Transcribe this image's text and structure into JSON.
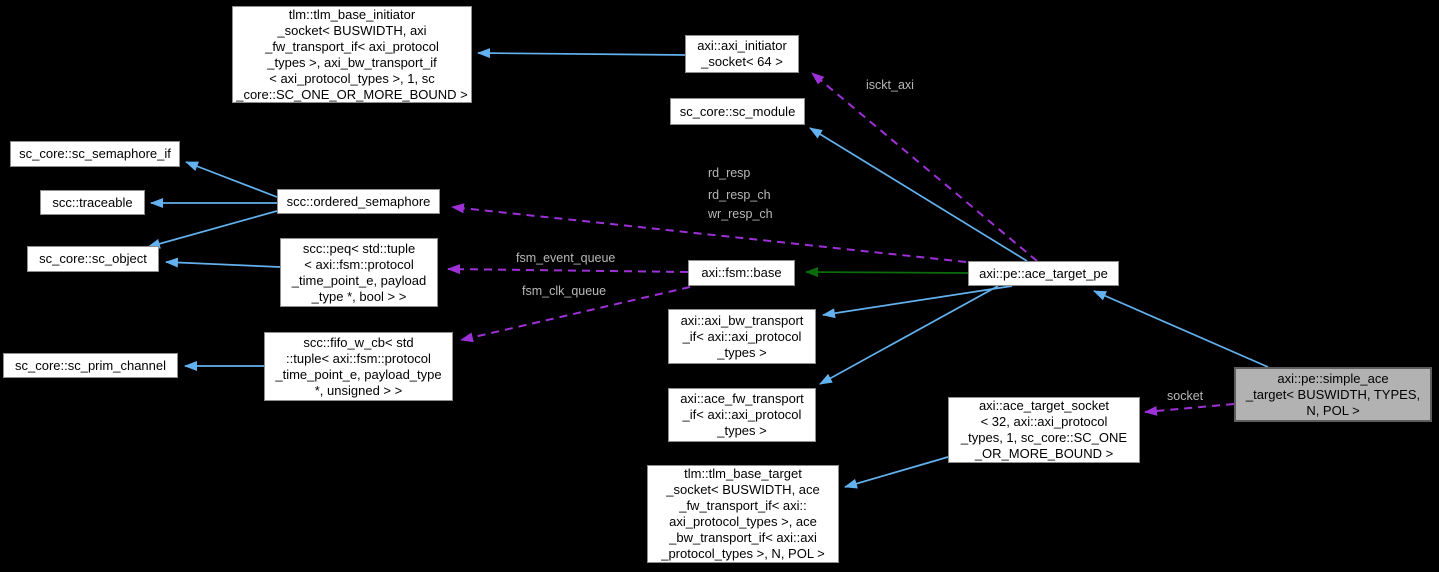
{
  "nodes": {
    "tlm_base_initiator_socket": {
      "label": "tlm::tlm_base_initiator\n_socket< BUSWIDTH, axi\n_fw_transport_if< axi_protocol\n_types >, axi_bw_transport_if\n< axi_protocol_types >, 1, sc\n_core::SC_ONE_OR_MORE_BOUND >"
    },
    "axi_initiator_socket": {
      "label": "axi::axi_initiator\n_socket< 64 >"
    },
    "sc_module": {
      "label": "sc_core::sc_module"
    },
    "sc_semaphore_if": {
      "label": "sc_core::sc_semaphore_if"
    },
    "traceable": {
      "label": "scc::traceable"
    },
    "ordered_semaphore": {
      "label": "scc::ordered_semaphore"
    },
    "sc_object": {
      "label": "sc_core::sc_object"
    },
    "peq": {
      "label": "scc::peq< std::tuple\n< axi::fsm::protocol\n_time_point_e, payload\n_type *, bool > >"
    },
    "fifo_w_cb": {
      "label": "scc::fifo_w_cb< std\n::tuple< axi::fsm::protocol\n_time_point_e, payload_type\n*, unsigned > >"
    },
    "sc_prim_channel": {
      "label": "sc_core::sc_prim_channel"
    },
    "fsm_base": {
      "label": "axi::fsm::base"
    },
    "ace_target_pe": {
      "label": "axi::pe::ace_target_pe"
    },
    "axi_bw_transport_if": {
      "label": "axi::axi_bw_transport\n_if< axi::axi_protocol\n_types >"
    },
    "ace_fw_transport_if": {
      "label": "axi::ace_fw_transport\n_if< axi::axi_protocol\n_types >"
    },
    "ace_target_socket": {
      "label": "axi::ace_target_socket\n< 32, axi::axi_protocol\n_types, 1, sc_core::SC_ONE\n_OR_MORE_BOUND >"
    },
    "tlm_base_target_socket": {
      "label": "tlm::tlm_base_target\n_socket< BUSWIDTH, ace\n_fw_transport_if< axi::\naxi_protocol_types >, ace\n_bw_transport_if< axi::axi\n_protocol_types >, N, POL >"
    },
    "simple_ace_target": {
      "label": "axi::pe::simple_ace\n_target< BUSWIDTH, TYPES,\nN, POL >"
    }
  },
  "edge_labels": {
    "isckt_axi": "isckt_axi",
    "rd_resp": "rd_resp",
    "rd_resp_ch": "rd_resp_ch",
    "wr_resp_ch": "wr_resp_ch",
    "fsm_event_queue": "fsm_event_queue",
    "fsm_clk_queue": "fsm_clk_queue",
    "socket": "socket"
  },
  "colors": {
    "background": "#000000",
    "node_fill": "#ffffff",
    "node_border": "#8e8e8e",
    "highlight_node_fill": "#b2b2b2",
    "inheritance_edge": "#63b1ee",
    "usage_edge": "#9e30d8",
    "protected_inheritance_edge": "#0a6c0a",
    "edge_label_text": "#b8b8b8"
  }
}
